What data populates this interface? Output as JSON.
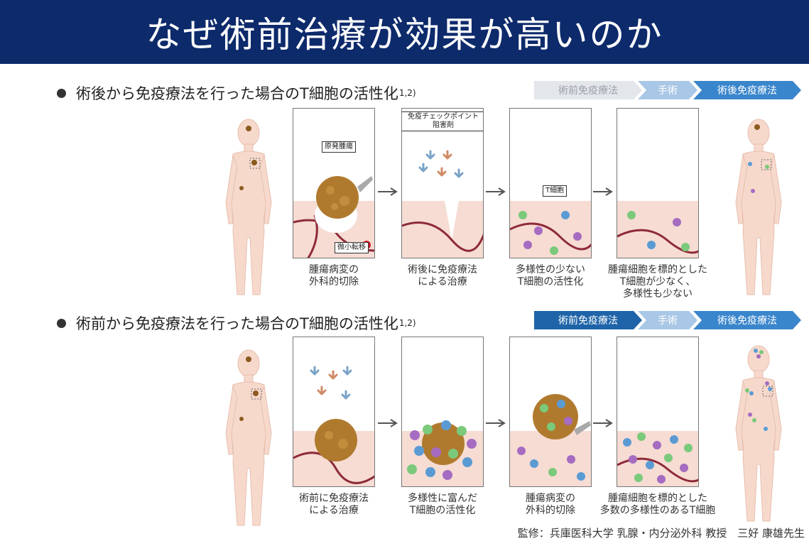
{
  "title": "なぜ術前治療が効果が高いのか",
  "sections": [
    {
      "heading": "術後から免疫療法を行った場合のT細胞の活性化",
      "ref": "1,2)",
      "stages": [
        "術前免疫療法",
        "手術",
        "術後免疫療法"
      ],
      "labels": {
        "primary_tumor": "原発腫瘍",
        "micro_metastasis": "微小転移",
        "checkpoint_inhibitor_line1": "免疫チェックポイント",
        "checkpoint_inhibitor_line2": "阻害剤",
        "t_cell": "T細胞"
      },
      "captions": [
        [
          "腫瘍病変の",
          "外科的切除"
        ],
        [
          "術後に免疫療法",
          "による治療"
        ],
        [
          "多様性の少ない",
          "T細胞の活性化"
        ],
        [
          "腫瘍細胞を標的とした",
          "T細胞が少なく、",
          "多様性も少ない"
        ]
      ]
    },
    {
      "heading": "術前から免疫療法を行った場合のT細胞の活性化",
      "ref": "1,2)",
      "stages": [
        "術前免疫療法",
        "手術",
        "術後免疫療法"
      ],
      "captions": [
        [
          "術前に免疫療法",
          "による治療"
        ],
        [
          "多様性に富んだ",
          "T細胞の活性化"
        ],
        [
          "腫瘍病変の",
          "外科的切除"
        ],
        [
          "腫瘍細胞を標的とした",
          "多数の多様性のあるT細胞"
        ]
      ]
    }
  ],
  "footer": "監修：兵庫医科大学 乳腺・内分泌外科 教授　三好 康雄先生",
  "colors": {
    "title_bg": "#0d2a6b",
    "stage_active": "#1f64a8",
    "stage_next": "#3a86cc",
    "stage_light": "#a9c7e6",
    "stage_inactive": "#e3e6ea",
    "tissue": "#f6dcd3",
    "tumor": "#b07a2e",
    "vessel": "#8e2a3a"
  }
}
